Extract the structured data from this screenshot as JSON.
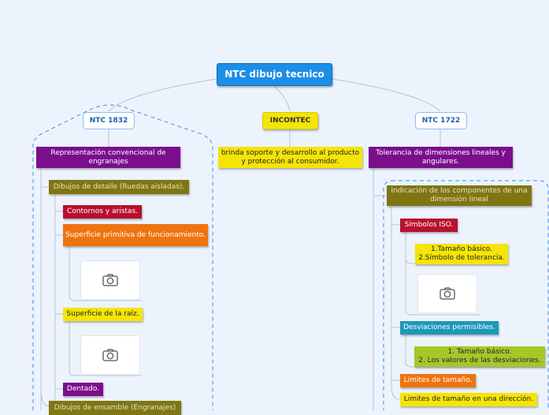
{
  "root": {
    "title": "NTC dibujo tecnico"
  },
  "branches": {
    "ntc1832": {
      "label": "NTC 1832",
      "topic": "Representación convencional de engranajes",
      "children": {
        "detalle": "Dibujos de detalle (Ruedas aisladas).",
        "contornos": "Contornos y aristas.",
        "superficie_primitiva": "Superficie primitiva de funcionamiento.",
        "superficie_raiz": "Superficie de la raíz.",
        "dentado": "Dentado.",
        "ensamble": "Dibujos de ensamble (Engranajes)"
      }
    },
    "incontec": {
      "label": "INCONTEC",
      "topic": "brinda soporte y desarrollo al producto y protección al consumidor."
    },
    "ntc1722": {
      "label": "NTC 1722",
      "topic": "Tolerancia de dimensiones lineales y angulares.",
      "children": {
        "indicacion": "Indicación de los componentes de una dimensión lineal",
        "simbolos": "Símbolos ISO.",
        "simbolos_detalle": "1.Tamaño básico.\n2.Símbolo de tolerancia.",
        "desviaciones": "Desviaciones permisibles.",
        "desviaciones_detalle": "1. Tamaño básico.\n2. Los valores de las desviaciones.",
        "limites": "Limites de tamaño.",
        "limites_direccion": "Limites de tamaño en una dirección."
      }
    }
  },
  "icons": {
    "image_placeholder": "camera-icon"
  },
  "colors": {
    "root": "#1c8ee8",
    "purple": "#7b0e8c",
    "olive": "#7f7613",
    "red": "#b8102d",
    "orange": "#ef7410",
    "yellow": "#f5e408",
    "teal": "#1d98b8",
    "green": "#a5c729",
    "boundary": "#3d8ee6"
  }
}
